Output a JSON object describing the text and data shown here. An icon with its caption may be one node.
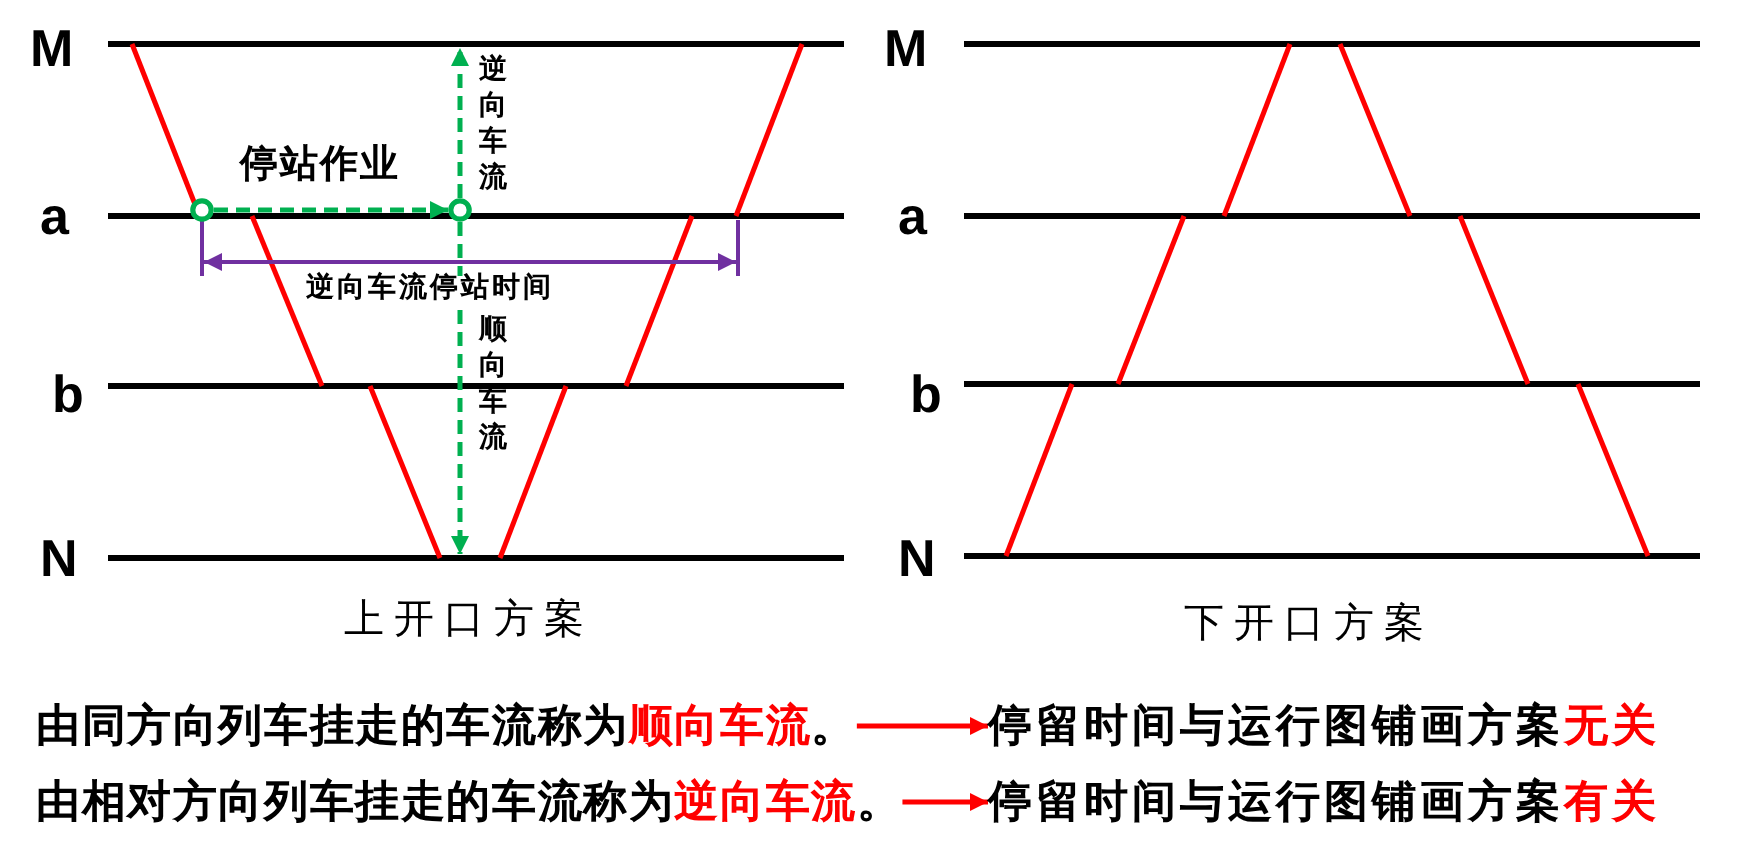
{
  "diagram": {
    "nodes": [
      {
        "text": [],
        "shape": "circle"
      },
      {
        "text": [],
        "shape": "circle"
      },
      {
        "text": [
          "由同方向列车挂走的车流称为",
          "顺向车流",
          "。"
        ]
      },
      {
        "text": [
          "停留时间与运行图铺画方案",
          "无关"
        ]
      },
      {
        "text": [
          "由相对方向列车挂走的车流称为",
          "逆向车流",
          "。"
        ]
      },
      {
        "text": [
          "停留时间与运行图铺画方案",
          "有关"
        ]
      }
    ],
    "edges": [
      {
        "from": 0,
        "to": 1,
        "arrow": "to",
        "label": "停站作业",
        "style": "dashed",
        "color": "#00b050"
      },
      {
        "from": 1,
        "to": null,
        "arrow": "to",
        "label": "逆向车流",
        "style": "dashed",
        "color": "#00b050"
      },
      {
        "from": 1,
        "to": null,
        "arrow": "to",
        "label": "顺向车流",
        "style": "dashed",
        "color": "#00b050"
      },
      {
        "from": 2,
        "to": 3,
        "arrow": "to",
        "color": "#ff0000"
      },
      {
        "from": 4,
        "to": 5,
        "arrow": "to",
        "color": "#ff0000"
      }
    ],
    "labels": [
      "M",
      "a",
      "逆向车流停站时间",
      "b",
      "N",
      "上开口方案",
      "M",
      "a",
      "b",
      "N",
      "下开口方案"
    ]
  }
}
